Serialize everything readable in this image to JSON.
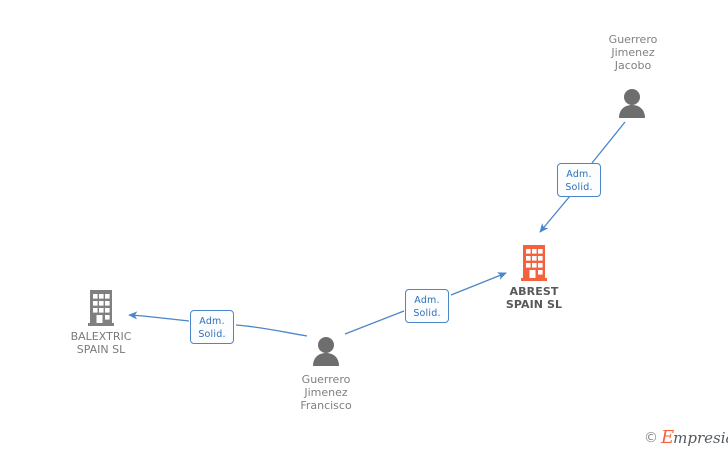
{
  "diagram": {
    "type": "relationship-graph",
    "background_color": "#ffffff",
    "edge_color": "#4a86c8",
    "company_primary_color": "#f4613c",
    "company_secondary_color": "#808080",
    "person_color": "#777777",
    "nodes": [
      {
        "id": "abrest",
        "kind": "company",
        "icon": "building-icon",
        "label_line1": "ABREST",
        "label_line2": "SPAIN SL",
        "highlight": true
      },
      {
        "id": "balextric",
        "kind": "company",
        "icon": "building-icon",
        "label_line1": "BALEXTRIC",
        "label_line2": "SPAIN SL",
        "highlight": false
      },
      {
        "id": "jacobo",
        "kind": "person",
        "icon": "person-icon",
        "label_line1": "Guerrero",
        "label_line2": "Jimenez",
        "label_line3": "Jacobo"
      },
      {
        "id": "francisco",
        "kind": "person",
        "icon": "person-icon",
        "label_line1": "Guerrero",
        "label_line2": "Jimenez",
        "label_line3": "Francisco"
      }
    ],
    "edges": [
      {
        "id": "jacobo-abrest",
        "from": "jacobo",
        "to": "abrest",
        "label_line1": "Adm.",
        "label_line2": "Solid."
      },
      {
        "id": "francisco-abrest",
        "from": "francisco",
        "to": "abrest",
        "label_line1": "Adm.",
        "label_line2": "Solid."
      },
      {
        "id": "francisco-balextric",
        "from": "francisco",
        "to": "balextric",
        "label_line1": "Adm.",
        "label_line2": "Solid."
      }
    ]
  },
  "watermark": {
    "copyright": "©",
    "brand_initial": "E",
    "brand_rest": "mpresia"
  }
}
